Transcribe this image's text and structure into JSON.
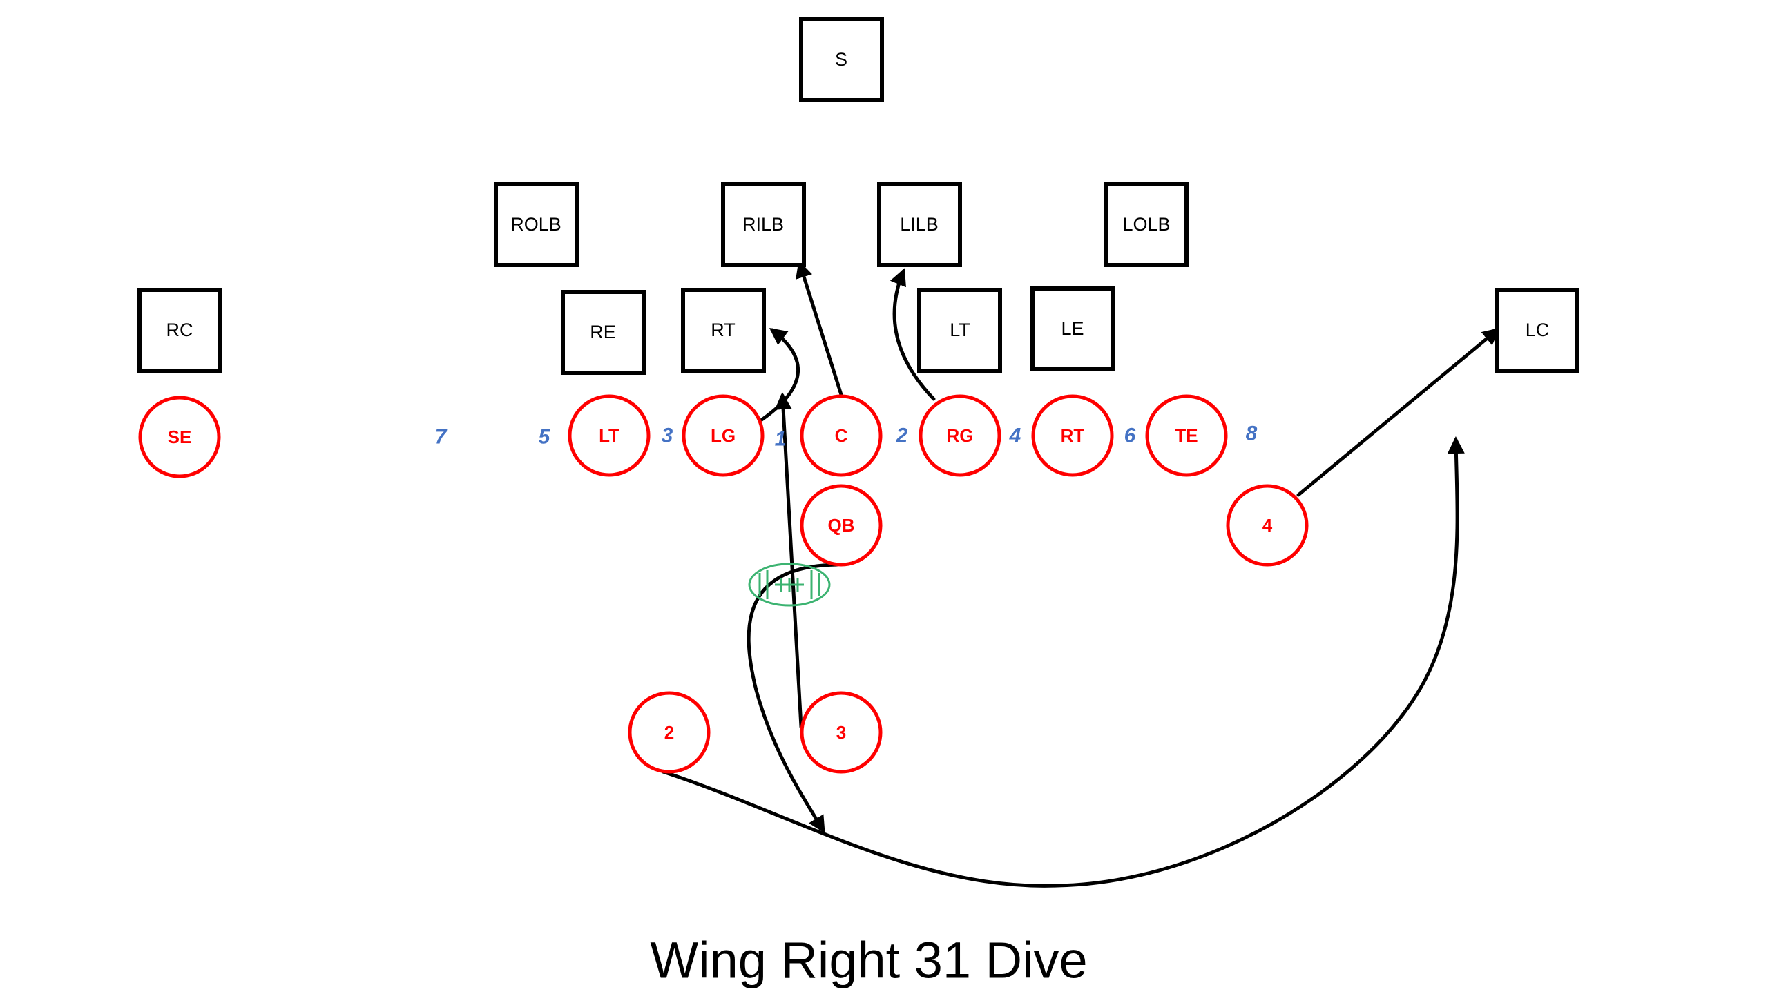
{
  "play": {
    "title": "Wing Right 31 Dive"
  },
  "colors": {
    "offense": "#ff0000",
    "defense": "#000000",
    "hole_numbers": "#4472c4",
    "football": "#3cb371",
    "routes": "#000000"
  },
  "defense": [
    {
      "id": "s",
      "label": "S"
    },
    {
      "id": "rolb",
      "label": "ROLB"
    },
    {
      "id": "rilb",
      "label": "RILB"
    },
    {
      "id": "lilb",
      "label": "LILB"
    },
    {
      "id": "lolb",
      "label": "LOLB"
    },
    {
      "id": "rc",
      "label": "RC"
    },
    {
      "id": "re",
      "label": "RE"
    },
    {
      "id": "rt",
      "label": "RT"
    },
    {
      "id": "lt",
      "label": "LT"
    },
    {
      "id": "le",
      "label": "LE"
    },
    {
      "id": "lc",
      "label": "LC"
    }
  ],
  "offense": [
    {
      "id": "se",
      "label": "SE"
    },
    {
      "id": "lt",
      "label": "LT"
    },
    {
      "id": "lg",
      "label": "LG"
    },
    {
      "id": "c",
      "label": "C"
    },
    {
      "id": "rg",
      "label": "RG"
    },
    {
      "id": "rt",
      "label": "RT"
    },
    {
      "id": "te",
      "label": "TE"
    },
    {
      "id": "qb",
      "label": "QB"
    },
    {
      "id": "back-4",
      "label": "4"
    },
    {
      "id": "back-2",
      "label": "2"
    },
    {
      "id": "back-3",
      "label": "3"
    }
  ],
  "holes": [
    "7",
    "5",
    "3",
    "1",
    "2",
    "4",
    "6",
    "8"
  ],
  "icons": {
    "ball": "football-icon",
    "arrowhead": "arrowhead-icon"
  }
}
